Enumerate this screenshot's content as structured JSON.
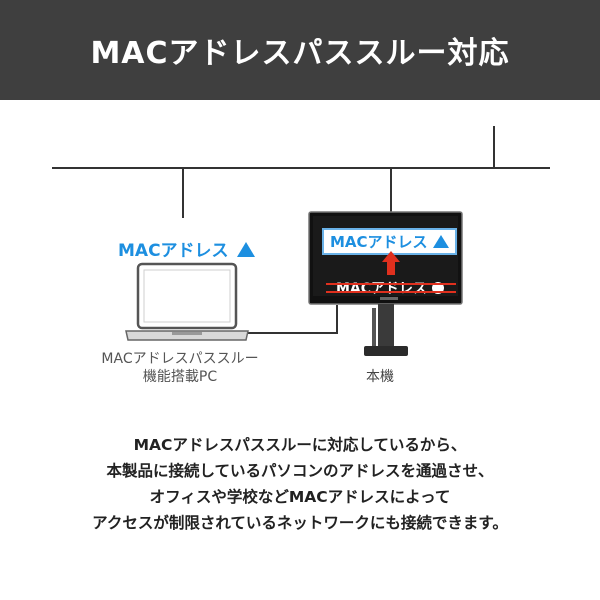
{
  "header": {
    "title": "MACアドレスパススルー対応"
  },
  "diagram": {
    "pc_mac_label": "MACアドレス",
    "pc_caption_lines": [
      "MACアドレスパススルー",
      "機能搭載PC"
    ],
    "screen_mac_label": "MACアドレス",
    "screen_mac_label_old": "MACアドレス",
    "monitor_caption": "本機"
  },
  "description": {
    "lines": [
      "MACアドレスパススルーに対応しているから、",
      "本製品に接続しているパソコンのアドレスを通過させ、",
      "オフィスや学校などMACアドレスによって",
      "アクセスが制限されているネットワークにも接続できます。"
    ]
  },
  "colors": {
    "header_bg": "#3f3f3f",
    "accent_blue": "#1d8fe0",
    "arrow_red": "#e0301e",
    "text": "#222222"
  }
}
